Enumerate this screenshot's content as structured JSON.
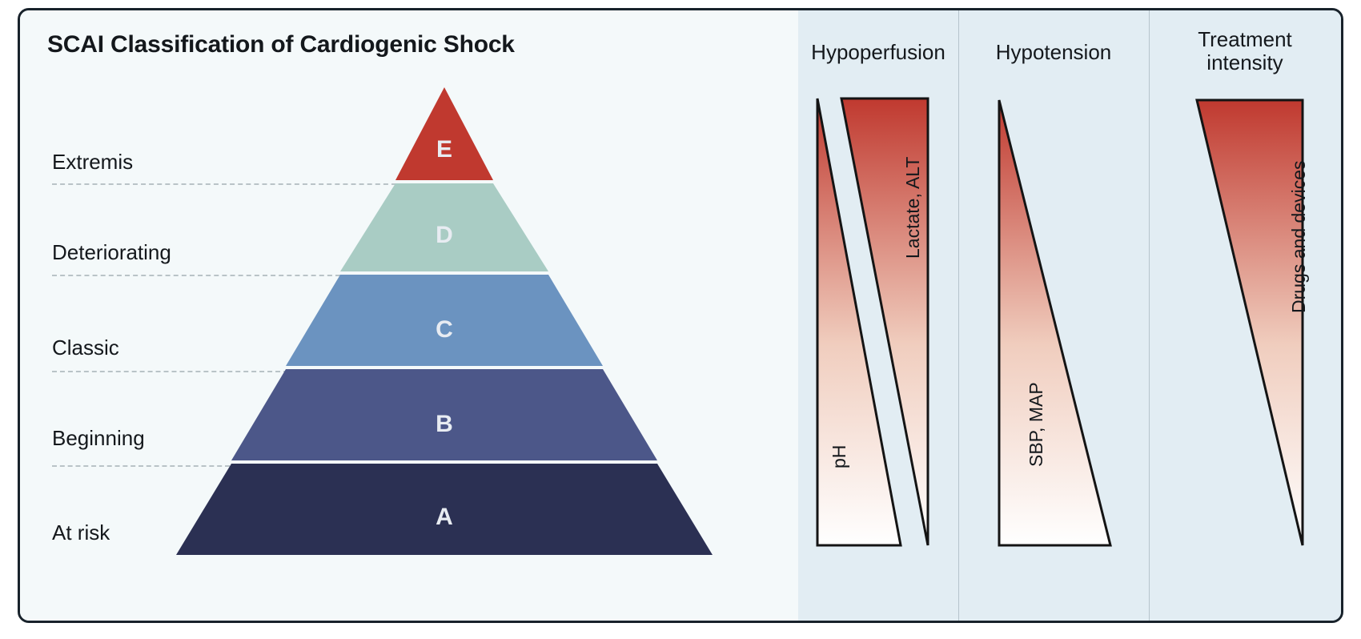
{
  "title": "SCAI Classification of Cardiogenic Shock",
  "pyramid": {
    "stages": [
      {
        "letter": "E",
        "label": "Extremis",
        "color": "#c0392f"
      },
      {
        "letter": "D",
        "label": "Deteriorating",
        "color": "#a9ccc4"
      },
      {
        "letter": "C",
        "label": "Classic",
        "color": "#6b93c0"
      },
      {
        "letter": "B",
        "label": "Beginning",
        "color": "#4c5789"
      },
      {
        "letter": "A",
        "label": "At risk",
        "color": "#2b3053"
      }
    ],
    "letter_color": "#e8ecf2"
  },
  "panels": [
    {
      "header": "Hypoperfusion",
      "measures": [
        {
          "name": "pH",
          "direction": "increasing-downward"
        },
        {
          "name": "Lactate, ALT",
          "direction": "decreasing-downward"
        }
      ]
    },
    {
      "header": "Hypotension",
      "measures": [
        {
          "name": "SBP, MAP",
          "direction": "increasing-downward"
        }
      ]
    },
    {
      "header": "Treatment\nintensity",
      "header_line1": "Treatment",
      "header_line2": "intensity",
      "measures": [
        {
          "name": "Drugs and devices",
          "direction": "decreasing-downward"
        }
      ]
    }
  ],
  "colors": {
    "frame_border": "#18222b",
    "left_background": "#f4f9fa",
    "right_background": "#e2edf3",
    "divider": "#b6c4cc",
    "leader_line": "#b9c3c7",
    "gradient_top": "#c0392f",
    "gradient_bottom": "#ffffff",
    "text": "#14181c"
  }
}
